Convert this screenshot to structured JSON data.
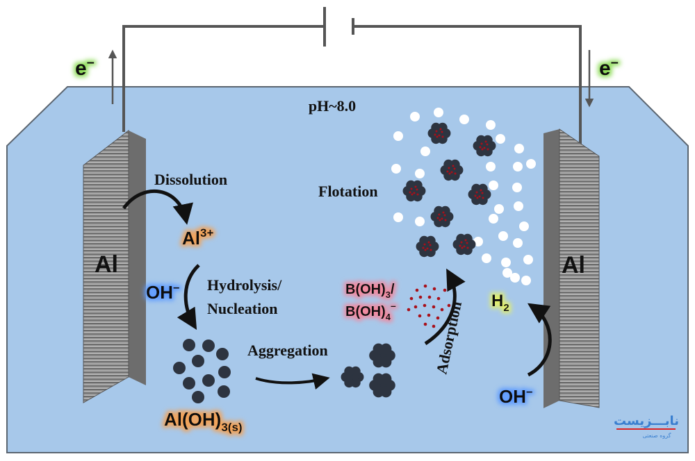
{
  "conditions": {
    "ph": "pH~8.0"
  },
  "circuit": {
    "electron_left": "e",
    "electron_right": "e",
    "electron_sign": "–"
  },
  "electrodes": {
    "left": "Al",
    "right": "Al"
  },
  "species": {
    "al_ion_base": "Al",
    "al_ion_sup": "3+",
    "oh_left_base": "OH",
    "oh_left_sup": "–",
    "oh_right_base": "OH",
    "oh_right_sup": "–",
    "precipitate_base": "Al(OH)",
    "precipitate_sub": "3(s)",
    "boric_acid_base": "B(OH)",
    "boric_acid_sub": "3",
    "boric_acid_slash": "/",
    "borate_base": "B(OH)",
    "borate_sub": "4",
    "borate_sup": "–",
    "hydrogen_base": "H",
    "hydrogen_sub": "2"
  },
  "processes": {
    "dissolution": "Dissolution",
    "hydrolysis_line1": "Hydrolysis/",
    "hydrolysis_line2": "Nucleation",
    "aggregation": "Aggregation",
    "adsorption": "Adsorption",
    "flotation": "Flotation"
  },
  "watermark": {
    "logo_text": "نابـــزیست",
    "subtitle": "گروه صنعتی"
  },
  "colors": {
    "water": "#a7c8ea",
    "electrode": "#8c8c8c",
    "wire": "#555555",
    "floc": "#2d3440",
    "boron_dot": "#a8101a",
    "glow_green": "#8fdc5a",
    "glow_blue": "#5f9cff",
    "glow_orange": "#f1a35a",
    "glow_yellow": "#e3ef6a",
    "glow_pink": "#f08aa0"
  }
}
